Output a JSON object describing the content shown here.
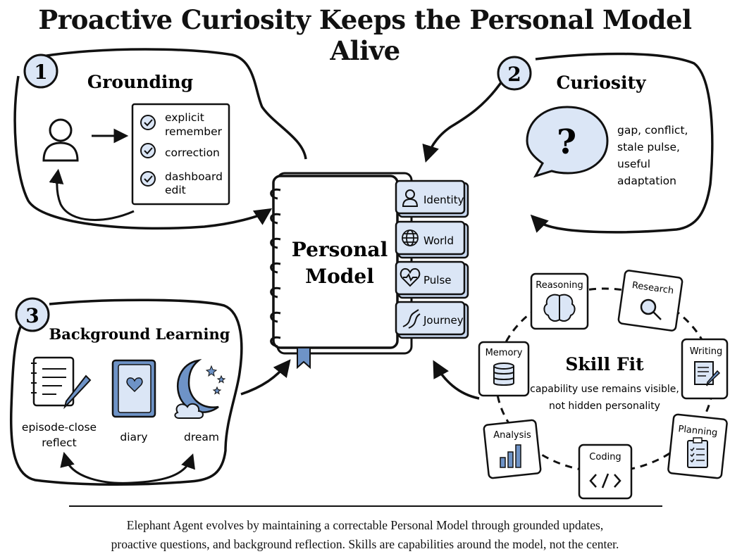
{
  "title": "Proactive Curiosity Keeps the Personal Model Alive",
  "colors": {
    "accent_fill": "#dbe6f6",
    "accent_stroke": "#6e93c7",
    "ink": "#111111"
  },
  "center": {
    "line1": "Personal",
    "line2": "Model",
    "tabs": [
      {
        "icon": "person-icon",
        "label": "Identity"
      },
      {
        "icon": "globe-icon",
        "label": "World"
      },
      {
        "icon": "heart-pulse-icon",
        "label": "Pulse"
      },
      {
        "icon": "road-icon",
        "label": "Journey"
      }
    ]
  },
  "grounding": {
    "number": "1",
    "title": "Grounding",
    "items": [
      {
        "lines": [
          "explicit",
          "remember"
        ]
      },
      {
        "lines": [
          "correction"
        ]
      },
      {
        "lines": [
          "dashboard",
          "edit"
        ]
      }
    ]
  },
  "curiosity": {
    "number": "2",
    "title": "Curiosity",
    "bubble_symbol": "?",
    "lines": [
      "gap, conflict,",
      "stale pulse,",
      "useful",
      "adaptation"
    ]
  },
  "background": {
    "number": "3",
    "title": "Background Learning",
    "items": [
      {
        "icon": "notepad-pencil-icon",
        "lines": [
          "episode-close",
          "reflect"
        ]
      },
      {
        "icon": "diary-book-icon",
        "lines": [
          "diary"
        ]
      },
      {
        "icon": "moon-stars-icon",
        "lines": [
          "dream"
        ]
      }
    ]
  },
  "skills": {
    "title": "Skill Fit",
    "lines": [
      "capability use remains visible,",
      "not hidden personality"
    ],
    "items": [
      "Reasoning",
      "Research",
      "Memory",
      "Writing",
      "Analysis",
      "Coding",
      "Planning"
    ]
  },
  "caption": {
    "line1": "Elephant Agent  evolves by maintaining a correctable Personal Model through grounded updates,",
    "line2": "proactive questions, and background reflection. Skills are capabilities around the model, not the center."
  }
}
